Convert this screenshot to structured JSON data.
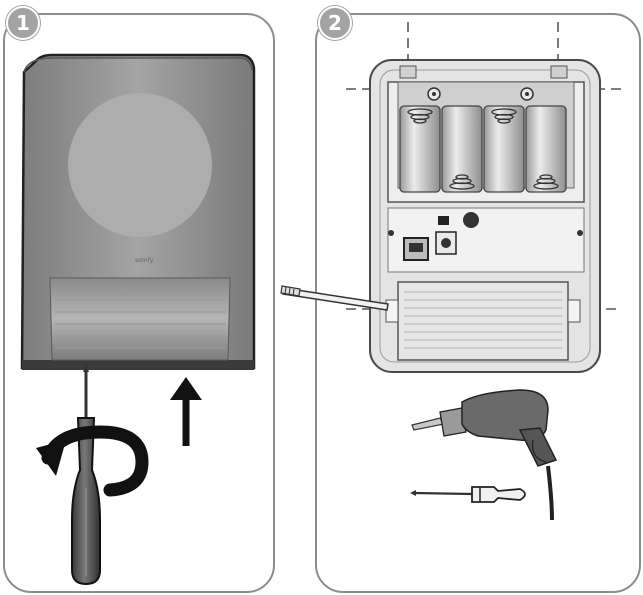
{
  "steps": [
    {
      "number": "1"
    },
    {
      "number": "2"
    }
  ],
  "colors": {
    "panel_border": "#8c8c8c",
    "badge_fill": "#a3a3a3",
    "device_body": "#909090",
    "device_back": "#eaeaea"
  },
  "icons": {
    "step1": [
      "motion-detector-front",
      "screwdriver",
      "rotate-arrow-icon",
      "up-arrow-icon"
    ],
    "step2": [
      "motion-detector-back",
      "battery-pack",
      "phillips-screwdriver",
      "electric-drill",
      "screwdriver"
    ]
  }
}
